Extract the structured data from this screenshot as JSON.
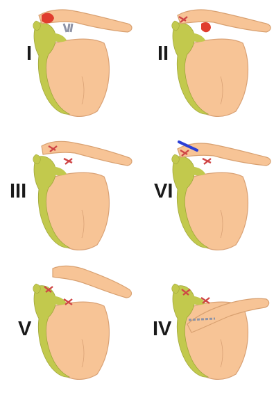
{
  "panels": [
    {
      "label": "I",
      "variant": "I"
    },
    {
      "label": "II",
      "variant": "II"
    },
    {
      "label": "III",
      "variant": "III"
    },
    {
      "label": "VI",
      "variant": "VI"
    },
    {
      "label": "V",
      "variant": "V"
    },
    {
      "label": "IV",
      "variant": "IV"
    }
  ],
  "colors": {
    "scapula_body": "#f7c496",
    "scapula_outline": "#d9a175",
    "bone_green": "#c2c94d",
    "clavicle": "#f7c496",
    "clavicle_outline": "#d8a070",
    "ligament_torn": "#cf4545",
    "ligament_gray": "#8e93a6",
    "hematoma_red": "#e03d2e",
    "displacement_blue": "#2b3fd6"
  }
}
